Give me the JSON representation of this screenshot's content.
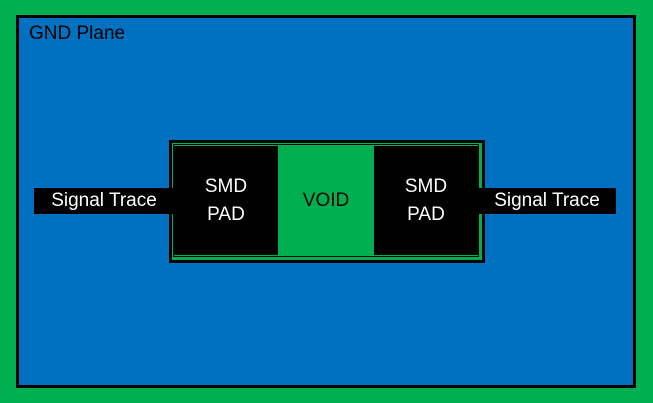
{
  "plane": {
    "label": "GND Plane"
  },
  "void": {
    "label": "VOID"
  },
  "pads": {
    "left": {
      "line1": "SMD",
      "line2": "PAD"
    },
    "right": {
      "line1": "SMD",
      "line2": "PAD"
    }
  },
  "traces": {
    "left": "Signal Trace",
    "right": "Signal Trace"
  },
  "colors": {
    "background": "#00b050",
    "plane": "#0070c0",
    "void": "#00b050",
    "pad": "#000000",
    "text_light": "#ffffff",
    "text_dark": "#000000"
  }
}
